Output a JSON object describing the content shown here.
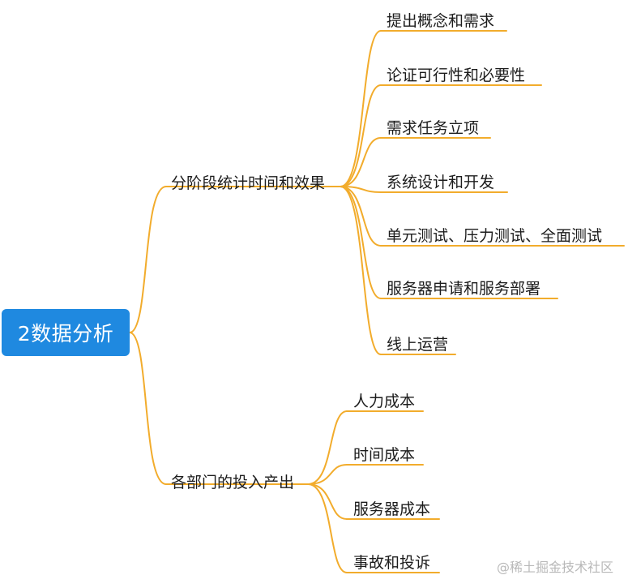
{
  "colors": {
    "root_bg": "#1f89e0",
    "branch": "#f2ac2c",
    "text": "#1c1c1c",
    "watermark": "#b8b8b8"
  },
  "root": {
    "label": "2数据分析"
  },
  "branches": [
    {
      "label": "分阶段统计时间和效果",
      "children": [
        "提出概念和需求",
        "论证可行性和必要性",
        "需求任务立项",
        "系统设计和开发",
        "单元测试、压力测试、全面测试",
        "服务器申请和服务部署",
        "线上运营"
      ]
    },
    {
      "label": "各部门的投入产出",
      "children": [
        "人力成本",
        "时间成本",
        "服务器成本",
        "事故和投诉"
      ]
    }
  ],
  "watermark": "@稀土掘金技术社区"
}
